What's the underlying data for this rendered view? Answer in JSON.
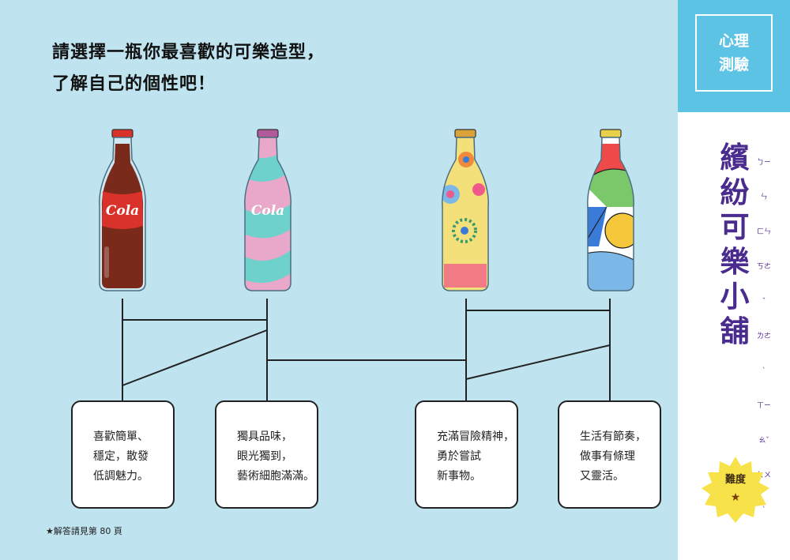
{
  "instruction": {
    "line1": "請選擇一瓶你最喜歡的可樂造型，",
    "line2": "了解自己的個性吧！"
  },
  "sidebar": {
    "tag_line1": "心理",
    "tag_line2": "測驗",
    "title_chars": [
      "繽",
      "紛",
      "可",
      "樂",
      "小",
      "舖"
    ],
    "bopomofo": [
      "ㄅㄧㄣ",
      "ㄈㄣ",
      "ㄎㄜˇ",
      "ㄌㄜˋ",
      "ㄒㄧㄠˇ",
      "ㄆㄨˋ"
    ],
    "difficulty_label": "難度",
    "difficulty_star": "★"
  },
  "bottles": [
    {
      "label": "Cola",
      "style": "classic"
    },
    {
      "label": "Cola",
      "style": "pastel-stripes"
    },
    {
      "label": "",
      "style": "flower"
    },
    {
      "label": "",
      "style": "stained-glass"
    }
  ],
  "cards": [
    {
      "lines": [
        "喜歡簡單、",
        "穩定，散發",
        "低調魅力。"
      ]
    },
    {
      "lines": [
        "獨具品味，",
        "眼光獨到，",
        "藝術細胞滿滿。"
      ]
    },
    {
      "lines": [
        "充滿冒險精神，",
        "勇於嘗試",
        "新事物。"
      ]
    },
    {
      "lines": [
        "生活有節奏，",
        "做事有條理",
        "又靈活。"
      ]
    }
  ],
  "footer": "★解答請見第 80 頁",
  "colors": {
    "main_bg": "#bfe3ef",
    "side_top": "#5cc3e4",
    "title_purple": "#4a2c8f",
    "star_badge": "#f7e24a",
    "cola_red": "#d9322b"
  }
}
